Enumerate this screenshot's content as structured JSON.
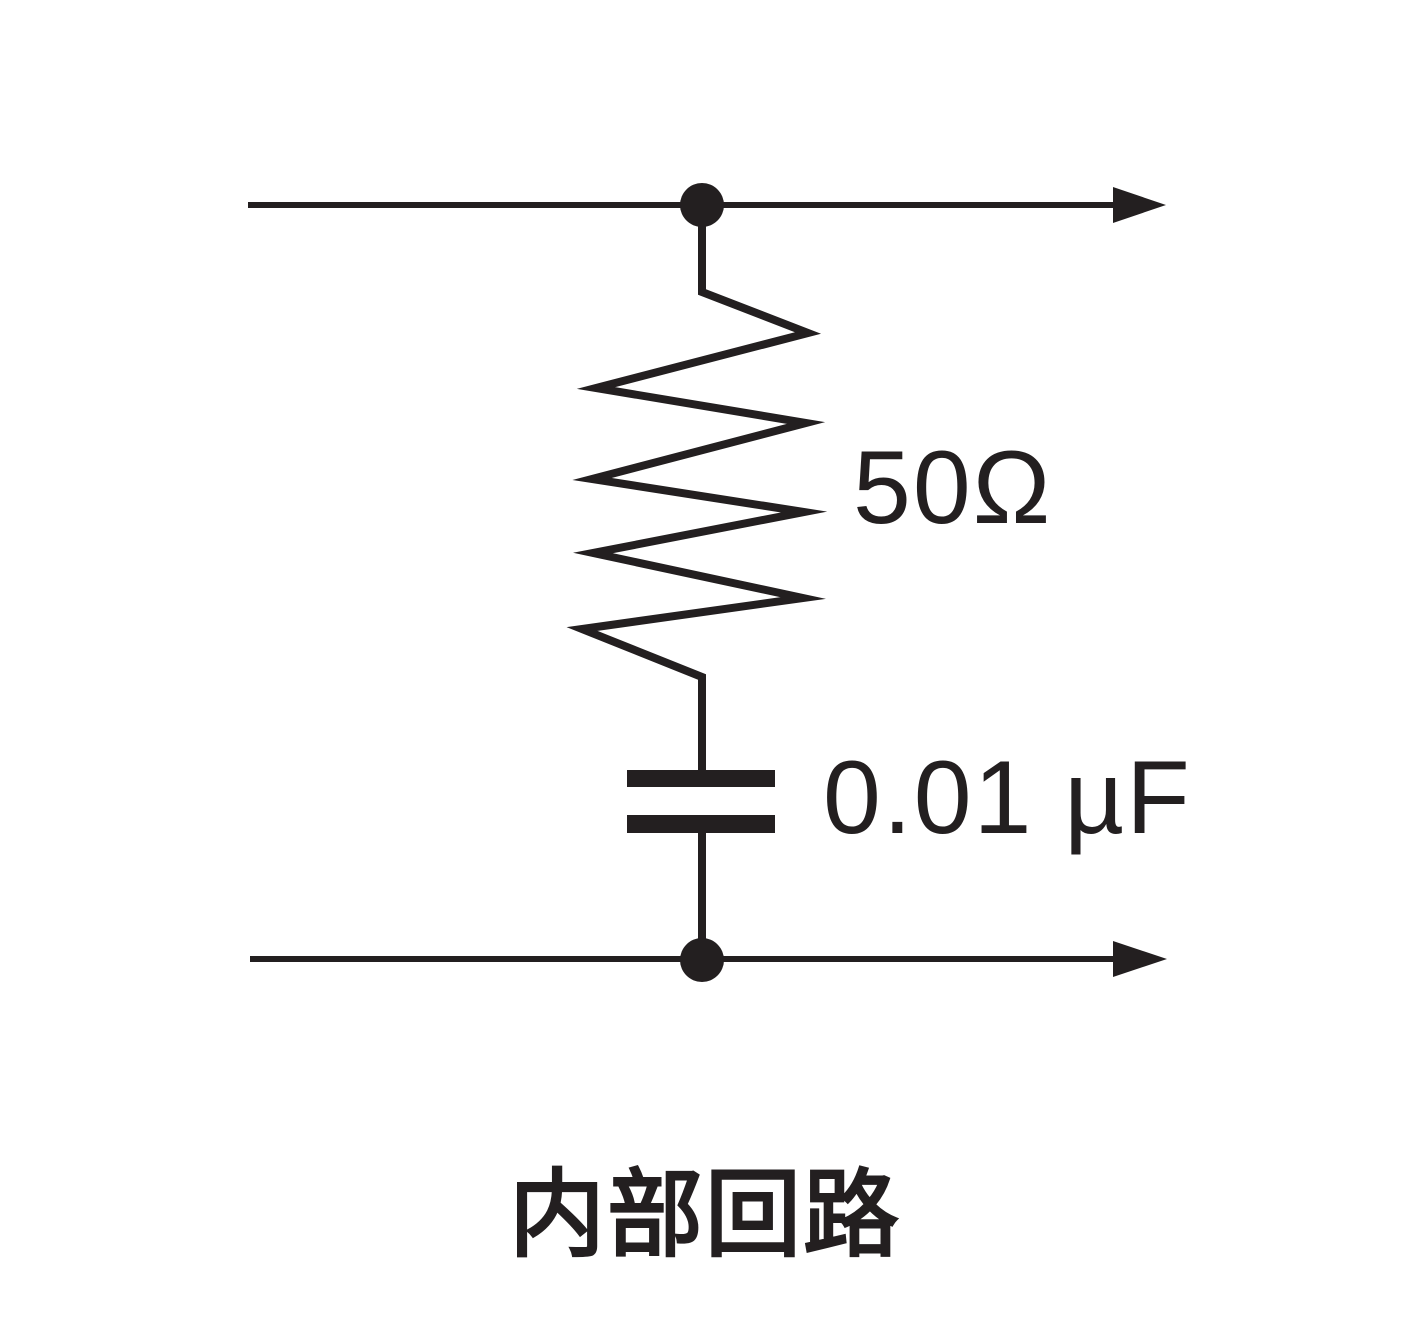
{
  "diagram": {
    "caption": "内部回路",
    "components": {
      "resistor": {
        "label": "50Ω"
      },
      "capacitor": {
        "label": "0.01 µF"
      }
    },
    "colors": {
      "ink": "#231F20",
      "background": "#FFFFFF"
    }
  }
}
